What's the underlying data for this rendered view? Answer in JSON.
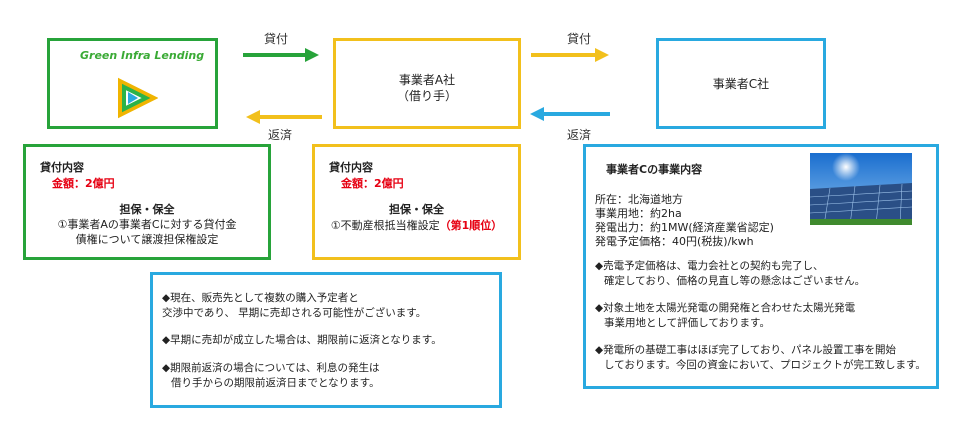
{
  "logo": {
    "text": "Green Infra Lending",
    "icon": "play-triangle-logo"
  },
  "company_a": {
    "line1": "事業者A社",
    "line2": "（借り手）"
  },
  "company_c": {
    "name": "事業者C社"
  },
  "arrows": {
    "lend_label_1": "貸付",
    "repay_label_1": "返済",
    "lend_label_2": "貸付",
    "repay_label_2": "返済"
  },
  "colors": {
    "green": "#27a33a",
    "yellow": "#f2c01c",
    "blue": "#29a9e0",
    "red": "#e60012"
  },
  "left_box": {
    "title": "貸付内容",
    "amount": "金額：2億円",
    "security_title": "担保・保全",
    "security_line1": "①事業者Aの事業者Cに対する貸付金",
    "security_line2": "債権について譲渡担保権設定"
  },
  "middle_box": {
    "title": "貸付内容",
    "amount": "金額：2億円",
    "security_title": "担保・保全",
    "security_line1": "①不動産根抵当権設定",
    "security_priority": "（第1順位）"
  },
  "bottom_box": {
    "p1_line1": "◆現在、販売先として複数の購入予定者と",
    "p1_line2": "交渉中であり、 早期に売却される可能性がございます。",
    "p2": "◆早期に売却が成立した場合は、期限前に返済となります。",
    "p3_line1": "◆期限前返済の場合については、利息の発生は",
    "p3_line2": "借り手からの期限前返済日までとなります。"
  },
  "right_box": {
    "title": "事業者Cの事業内容",
    "loc": "所在：北海道地方",
    "land": "事業用地：約2ha",
    "output": "発電出力：約1MW(経済産業省認定)",
    "price": "発電予定価格：40円(税抜)/kwh",
    "b1_line1": "◆売電予定価格は、電力会社との契約も完了し、",
    "b1_line2": "確定しており、価格の見直し等の懸念はございません。",
    "b2_line1": "◆対象土地を太陽光発電の開発権と合わせた太陽光発電",
    "b2_line2": "事業用地として評価しております。",
    "b3_line1": "◆発電所の基礎工事はほぼ完了しており、パネル設置工事を開始",
    "b3_line2": "しております。今回の資金において、プロジェクトが完工致します。"
  }
}
